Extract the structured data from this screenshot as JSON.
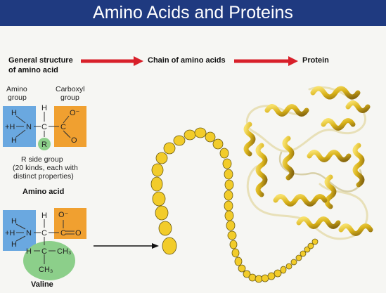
{
  "title": "Amino Acids and Proteins",
  "headers": {
    "general_structure_line1": "General structure",
    "general_structure_line2": "of amino acid",
    "chain": "Chain of amino acids",
    "protein": "Protein"
  },
  "amino_acid": {
    "amino_group_line1": "Amino",
    "amino_group_line2": "group",
    "carboxyl_group_line1": "Carboxyl",
    "carboxyl_group_line2": "group",
    "r_side_line1": "R side group",
    "r_side_line2": "(20 kinds, each with",
    "r_side_line3": "distinct properties)",
    "caption": "Amino acid"
  },
  "valine": {
    "caption": "Valine"
  },
  "atoms": {
    "H": "H",
    "N": "N",
    "C": "C",
    "O": "O",
    "R": "R",
    "plus_h": "+H",
    "o_minus": "O⁻",
    "ch3": "CH₃"
  },
  "colors": {
    "title_bg": "#1f3a80",
    "amino_box": "#6aa8e0",
    "carboxyl_box": "#f0a030",
    "r_group": "#8ccf8a",
    "arrow": "#d8202a",
    "bead": "#f2cc2a"
  }
}
